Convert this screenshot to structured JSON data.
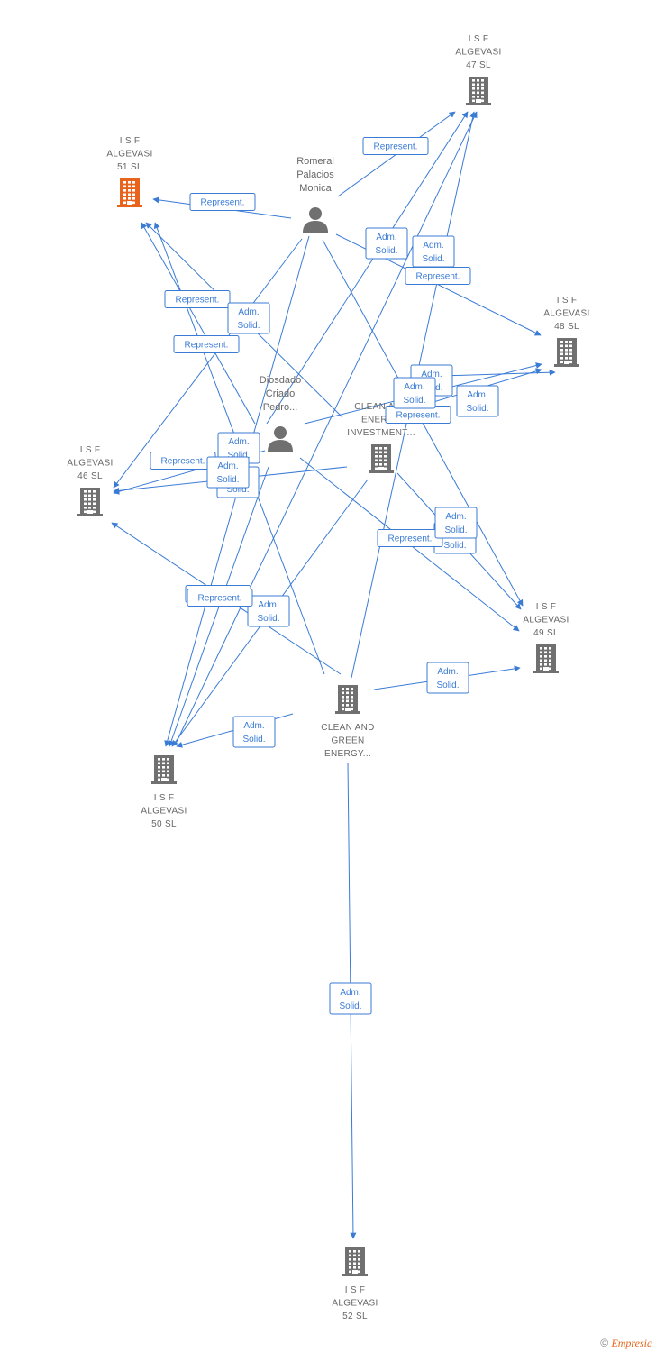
{
  "diagram": {
    "colors": {
      "edge": "#3a7bd5",
      "company": "#707070",
      "highlight": "#e8641c",
      "person": "#707070",
      "text": "#666666"
    },
    "nodes": [
      {
        "id": "isf47",
        "type": "company",
        "lines": [
          "I S F",
          "ALGEVASI",
          "47 SL"
        ]
      },
      {
        "id": "isf51",
        "type": "company",
        "highlight": true,
        "lines": [
          "I S F",
          "ALGEVASI",
          "51 SL"
        ]
      },
      {
        "id": "romeral",
        "type": "person",
        "lines": [
          "Romeral",
          "Palacios",
          "Monica"
        ]
      },
      {
        "id": "isf48",
        "type": "company",
        "lines": [
          "I S F",
          "ALGEVASI",
          "48 SL"
        ]
      },
      {
        "id": "diosdado",
        "type": "person",
        "lines": [
          "Diosdado",
          "Criado",
          "Pedro..."
        ]
      },
      {
        "id": "cleaninv",
        "type": "company",
        "lines": [
          "CLEAN AND",
          "ENERGY",
          "INVESTMENT..."
        ]
      },
      {
        "id": "isf46",
        "type": "company",
        "lines": [
          "I S F",
          "ALGEVASI",
          "46 SL"
        ]
      },
      {
        "id": "isf49",
        "type": "company",
        "lines": [
          "I S F",
          "ALGEVASI",
          "49 SL"
        ]
      },
      {
        "id": "cleangreen",
        "type": "company",
        "lines": [
          "CLEAN AND",
          "GREEN",
          "ENERGY..."
        ]
      },
      {
        "id": "isf50",
        "type": "company",
        "lines": [
          "I S F",
          "ALGEVASI",
          "50 SL"
        ]
      },
      {
        "id": "isf52",
        "type": "company",
        "lines": [
          "I S F",
          "ALGEVASI",
          "52 SL"
        ]
      }
    ],
    "edges": [
      {
        "from": "romeral",
        "to": "isf47",
        "label": [
          "Represent."
        ]
      },
      {
        "from": "romeral",
        "to": "isf51",
        "label": [
          "Represent."
        ]
      },
      {
        "from": "romeral",
        "to": "isf48",
        "label": [
          "Represent."
        ]
      },
      {
        "from": "romeral",
        "to": "isf46",
        "label": [
          "Represent."
        ]
      },
      {
        "from": "romeral",
        "to": "isf50",
        "label": [
          "Adm.",
          "Solid."
        ]
      },
      {
        "from": "romeral",
        "to": "isf49",
        "label": [
          "Adm.",
          "Solid."
        ]
      },
      {
        "from": "diosdado",
        "to": "isf47",
        "label": [
          "Adm.",
          "Solid."
        ]
      },
      {
        "from": "diosdado",
        "to": "isf51",
        "label": [
          "Represent."
        ]
      },
      {
        "from": "diosdado",
        "to": "isf48",
        "label": [
          "Represent."
        ]
      },
      {
        "from": "diosdado",
        "to": "isf46",
        "label": [
          "Represent."
        ]
      },
      {
        "from": "diosdado",
        "to": "isf49",
        "label": [
          "Represent."
        ]
      },
      {
        "from": "diosdado",
        "to": "isf50",
        "label": [
          "Adm.",
          "Solid."
        ]
      },
      {
        "from": "cleaninv",
        "to": "isf51",
        "label": [
          "Adm.",
          "Solid."
        ]
      },
      {
        "from": "cleaninv",
        "to": "isf48",
        "label": [
          "Adm.",
          "Solid."
        ]
      },
      {
        "from": "cleaninv",
        "to": "isf46",
        "label": [
          "Adm.",
          "Solid."
        ]
      },
      {
        "from": "cleaninv",
        "to": "isf49",
        "label": [
          "Adm.",
          "Solid."
        ]
      },
      {
        "from": "cleaninv",
        "to": "isf50",
        "label": [
          "Adm.",
          "Solid."
        ]
      },
      {
        "from": "cleangreen",
        "to": "isf47",
        "label": [
          "Adm.",
          "Solid."
        ]
      },
      {
        "from": "cleangreen",
        "to": "isf51",
        "label": [
          "Adm.",
          "Solid."
        ]
      },
      {
        "from": "cleangreen",
        "to": "isf48",
        "label": [
          "Adm.",
          "Solid."
        ]
      },
      {
        "from": "cleangreen",
        "to": "isf46",
        "label": [
          "Represent."
        ]
      },
      {
        "from": "cleangreen",
        "to": "isf49",
        "label": [
          "Adm.",
          "Solid."
        ]
      },
      {
        "from": "cleangreen",
        "to": "isf50",
        "label": [
          "Adm.",
          "Solid."
        ]
      },
      {
        "from": "cleangreen",
        "to": "isf52",
        "label": [
          "Adm.",
          "Solid."
        ]
      },
      {
        "from": "isf50",
        "to": "isf47",
        "label": [
          "Represent."
        ]
      }
    ]
  },
  "footer": {
    "copyright": "©",
    "brand": "Empresia"
  }
}
